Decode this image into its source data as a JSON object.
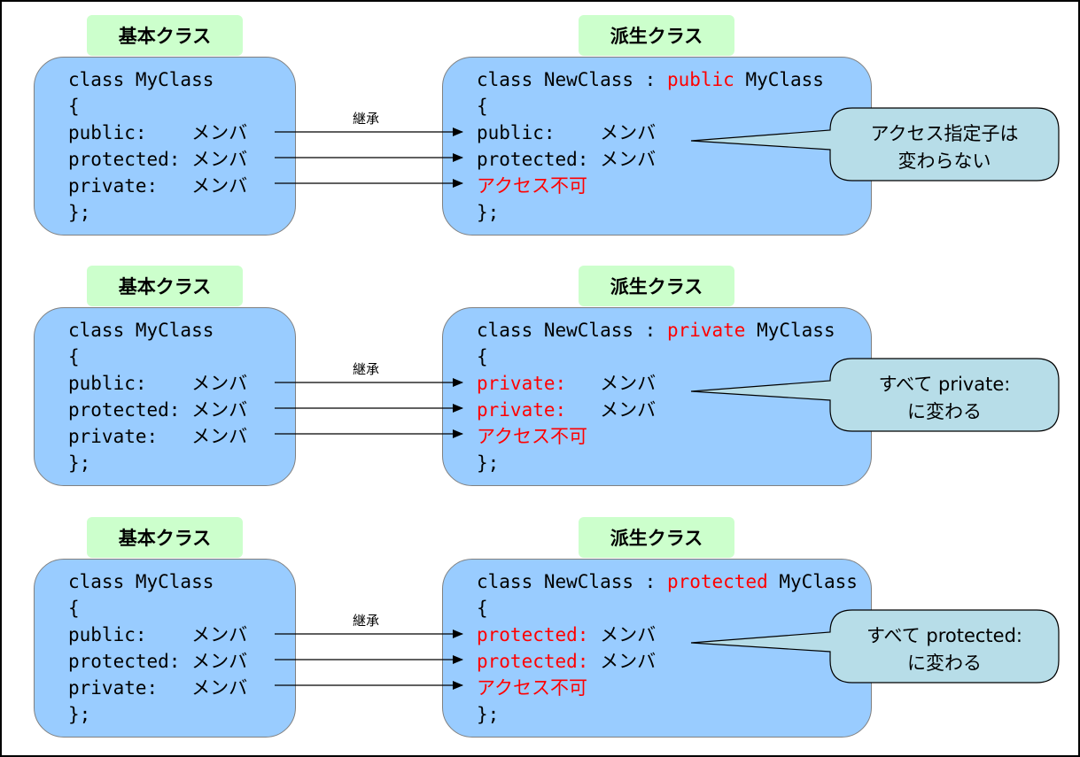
{
  "sections": [
    {
      "base_label": "基本クラス",
      "derived_label": "派生クラス",
      "inherit_label": "継承",
      "base_lines": [
        "class MyClass",
        "{",
        "public:    メンバ",
        "protected: メンバ",
        "private:   メンバ",
        "};"
      ],
      "derived": {
        "decl_prefix": "class NewClass : ",
        "decl_keyword": "public",
        "decl_suffix": " MyClass",
        "brace": "{",
        "m1_spec": "public:    ",
        "m1_name": "メンバ",
        "m2_spec": "protected: ",
        "m2_name": "メンバ",
        "m3": "アクセス不可",
        "end": "};"
      },
      "bubble": [
        "アクセス指定子は",
        "変わらない"
      ]
    },
    {
      "base_label": "基本クラス",
      "derived_label": "派生クラス",
      "inherit_label": "継承",
      "base_lines": [
        "class MyClass",
        "{",
        "public:    メンバ",
        "protected: メンバ",
        "private:   メンバ",
        "};"
      ],
      "derived": {
        "decl_prefix": "class NewClass : ",
        "decl_keyword": "private",
        "decl_suffix": " MyClass",
        "brace": "{",
        "m1_spec": "private:   ",
        "m1_name": "メンバ",
        "m2_spec": "private:   ",
        "m2_name": "メンバ",
        "m3": "アクセス不可",
        "end": "};"
      },
      "bubble": [
        "すべて private:",
        "に変わる"
      ]
    },
    {
      "base_label": "基本クラス",
      "derived_label": "派生クラス",
      "inherit_label": "継承",
      "base_lines": [
        "class MyClass",
        "{",
        "public:    メンバ",
        "protected: メンバ",
        "private:   メンバ",
        "};"
      ],
      "derived": {
        "decl_prefix": "class NewClass : ",
        "decl_keyword": "protected",
        "decl_suffix": " MyClass",
        "brace": "{",
        "m1_spec": "protected: ",
        "m1_name": "メンバ",
        "m2_spec": "protected: ",
        "m2_name": "メンバ",
        "m3": "アクセス不可",
        "end": "};"
      },
      "bubble": [
        "すべて protected:",
        "に変わる"
      ]
    }
  ],
  "colors": {
    "code_box": "#99ccff",
    "label_box": "#ccffcc",
    "bubble": "#b7dde8",
    "highlight": "#ff0000"
  },
  "red_spec_sections": [
    1,
    2
  ]
}
